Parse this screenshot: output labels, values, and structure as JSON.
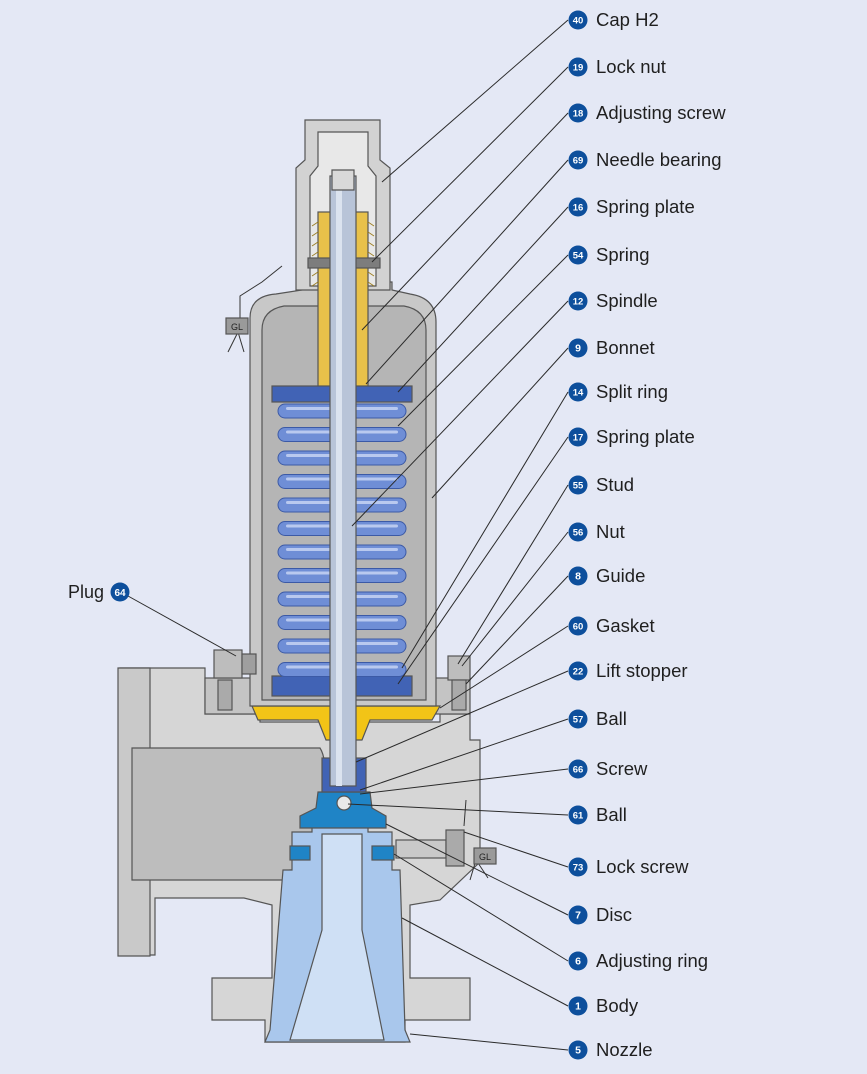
{
  "colors": {
    "background": "#e4e8f5",
    "badge": "#0d4f9c",
    "badge_text": "#ffffff",
    "label_text": "#1f1f1f",
    "leader_line": "#2a2a2a",
    "metal_light": "#d6d6d6",
    "metal_mid": "#b9b9b9",
    "metal_dark": "#8e8e8e",
    "spring_blue": "#6f8ed6",
    "plate_blue": "#4163b5",
    "nozzle_blue": "#a9c7ec",
    "disc_blue": "#1f84c6",
    "brass": "#e8c14a",
    "gasket_yellow": "#f2c417"
  },
  "callouts": [
    {
      "num": "40",
      "label": "Cap H2"
    },
    {
      "num": "19",
      "label": "Lock nut"
    },
    {
      "num": "18",
      "label": "Adjusting screw"
    },
    {
      "num": "69",
      "label": "Needle bearing"
    },
    {
      "num": "16",
      "label": "Spring plate"
    },
    {
      "num": "54",
      "label": "Spring"
    },
    {
      "num": "12",
      "label": "Spindle"
    },
    {
      "num": "9",
      "label": "Bonnet"
    },
    {
      "num": "14",
      "label": "Split ring"
    },
    {
      "num": "17",
      "label": "Spring plate"
    },
    {
      "num": "55",
      "label": "Stud"
    },
    {
      "num": "56",
      "label": "Nut"
    },
    {
      "num": "8",
      "label": "Guide"
    },
    {
      "num": "60",
      "label": "Gasket"
    },
    {
      "num": "22",
      "label": "Lift stopper"
    },
    {
      "num": "57",
      "label": "Ball"
    },
    {
      "num": "66",
      "label": "Screw"
    },
    {
      "num": "61",
      "label": "Ball"
    },
    {
      "num": "73",
      "label": "Lock screw"
    },
    {
      "num": "7",
      "label": "Disc"
    },
    {
      "num": "6",
      "label": "Adjusting ring"
    },
    {
      "num": "1",
      "label": "Body"
    },
    {
      "num": "5",
      "label": "Nozzle"
    }
  ],
  "plug": {
    "num": "64",
    "label": "Plug"
  },
  "seal_tag_left": "GL",
  "seal_tag_right": "GL"
}
